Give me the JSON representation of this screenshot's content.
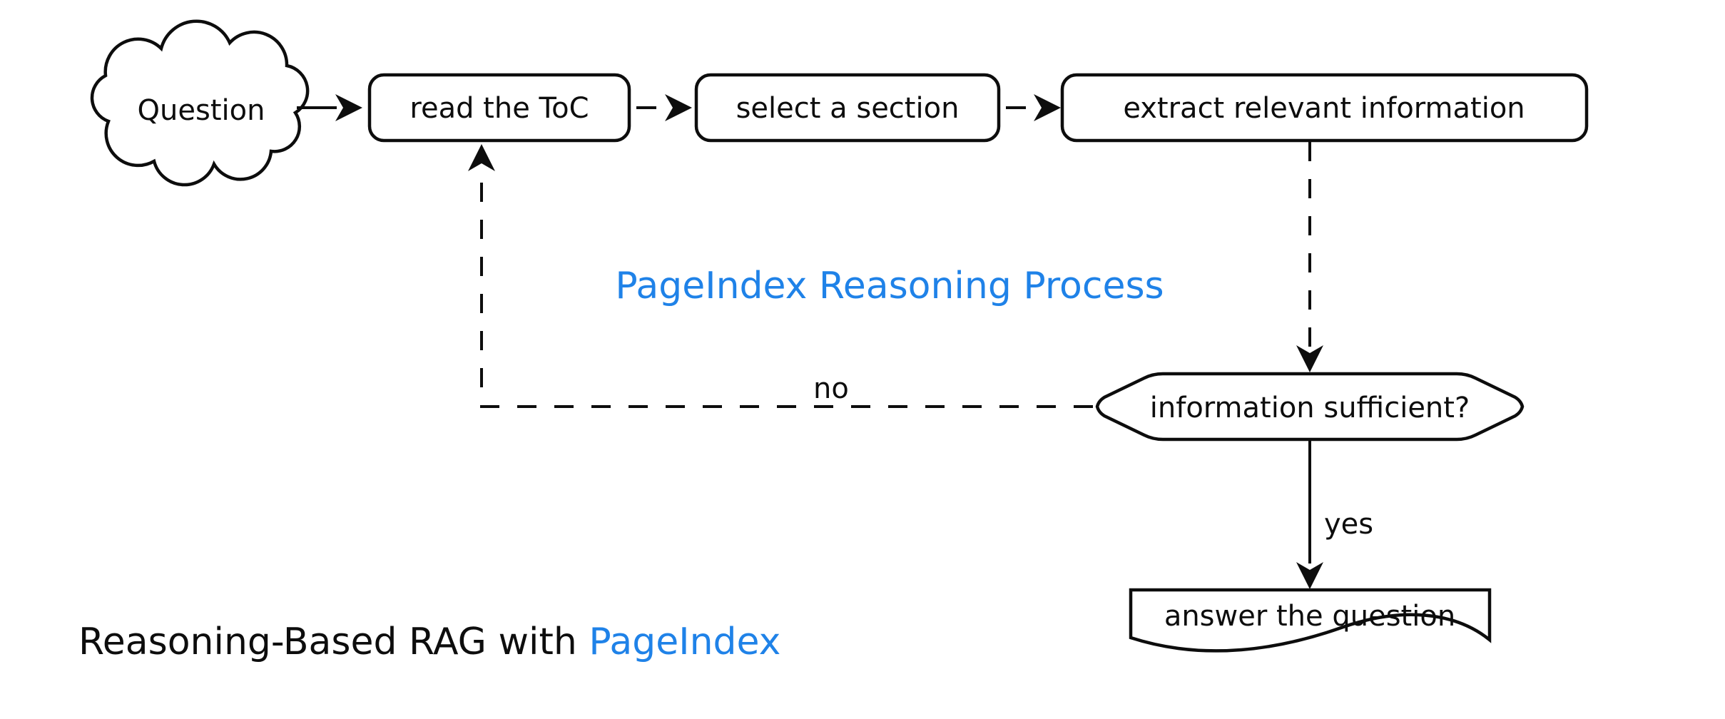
{
  "diagram": {
    "title": "PageIndex Reasoning Process",
    "caption": {
      "prefix": "Reasoning-Based RAG with ",
      "brand": "PageIndex"
    },
    "nodes": {
      "question": "Question",
      "read_toc": "read the ToC",
      "select_section": "select a section",
      "extract_info": "extract relevant information",
      "decision": "information sufficient?",
      "answer": "answer the question"
    },
    "edges": {
      "yes": "yes",
      "no": "no"
    },
    "colors": {
      "accent_blue": "#1f82e8",
      "ink": "#0d0d0d",
      "background": "#ffffff"
    }
  }
}
